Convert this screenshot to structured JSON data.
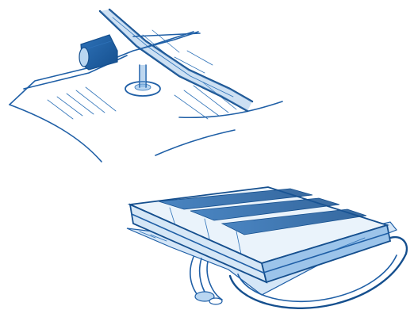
{
  "illustration": {
    "style": "blue-ink-sketch",
    "colors": {
      "ink_dark": "#154f8e",
      "ink": "#1f5fa6",
      "ink_light": "#2e72b8",
      "wash": "#6fa6dc",
      "wash_light": "#b9d6f1",
      "paper": "#ffffff"
    },
    "sketches": [
      {
        "name": "fastener-through-sheet-sketch"
      },
      {
        "name": "layered-block-with-cables-sketch"
      }
    ]
  }
}
